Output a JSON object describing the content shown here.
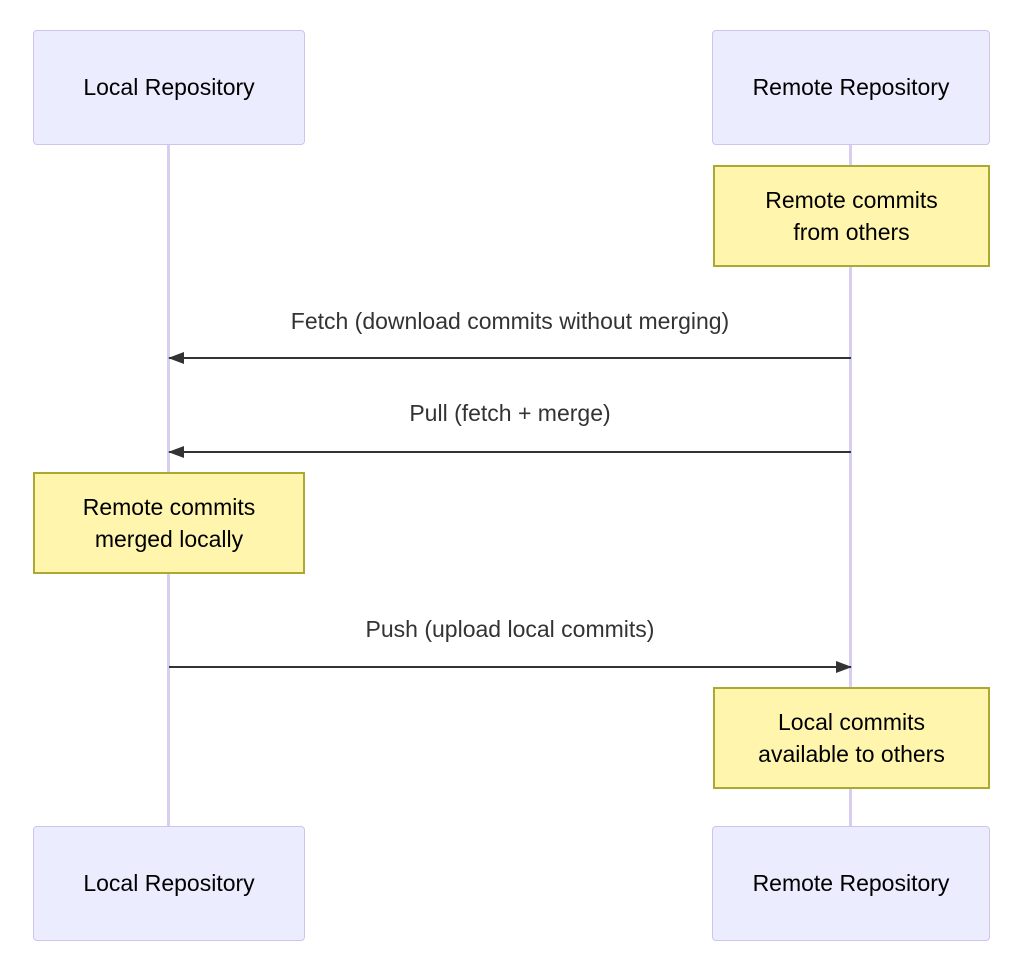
{
  "diagram_type": "sequence-diagram",
  "actors": {
    "local": "Local Repository",
    "remote": "Remote Repository"
  },
  "messages": [
    {
      "label": "Fetch (download commits without merging)",
      "from": "remote",
      "to": "local"
    },
    {
      "label": "Pull (fetch + merge)",
      "from": "remote",
      "to": "local"
    },
    {
      "label": "Push (upload local commits)",
      "from": "local",
      "to": "remote"
    }
  ],
  "notes": [
    {
      "text": "Remote commits\nfrom others",
      "over": "remote"
    },
    {
      "text": "Remote commits\nmerged locally",
      "over": "local"
    },
    {
      "text": "Local commits\navailable to others",
      "over": "remote"
    }
  ],
  "colors": {
    "actor_fill": "#ECECFF",
    "actor_border": "#CFC4EE",
    "actor_text": "#000000",
    "lifeline": "#D8CEF2",
    "note_fill": "#FFF5AD",
    "note_border": "#AAAA33",
    "note_text": "#000000",
    "arrow": "#333333",
    "message_text": "#333333"
  }
}
